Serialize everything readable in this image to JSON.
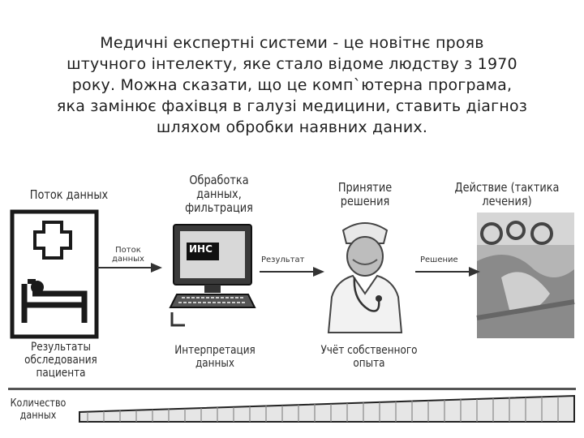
{
  "title_lines": [
    "Медичні експертні системи - це новітнє прояв",
    "штучного інтелекту, яке стало відоме людству з 1970",
    "року. Можна сказати, що це комп`ютерна програма,",
    "яка замінює фахівця в галузі медицини, ставить діагноз",
    "шляхом обробки наявних даних."
  ],
  "diagram": {
    "stage1_label": "Поток данных",
    "stage2_label": [
      "Обработка",
      "данных,",
      "фильтрация"
    ],
    "stage3_label": [
      "Принятие",
      "решения"
    ],
    "stage4_label": [
      "Действие (тактика",
      "лечения)"
    ],
    "arrow1_label": [
      "Поток",
      "данных"
    ],
    "arrow2_label": "Результат",
    "arrow3_label": "Решение",
    "monitor_text": "ИНС",
    "bottom1_label": [
      "Результаты",
      "обследования",
      "пациента"
    ],
    "bottom2_label": [
      "Интерпретация",
      "данных"
    ],
    "bottom3_label": [
      "Учёт собственного",
      "опыта"
    ],
    "quantity_label": [
      "Количество",
      "данных"
    ]
  }
}
